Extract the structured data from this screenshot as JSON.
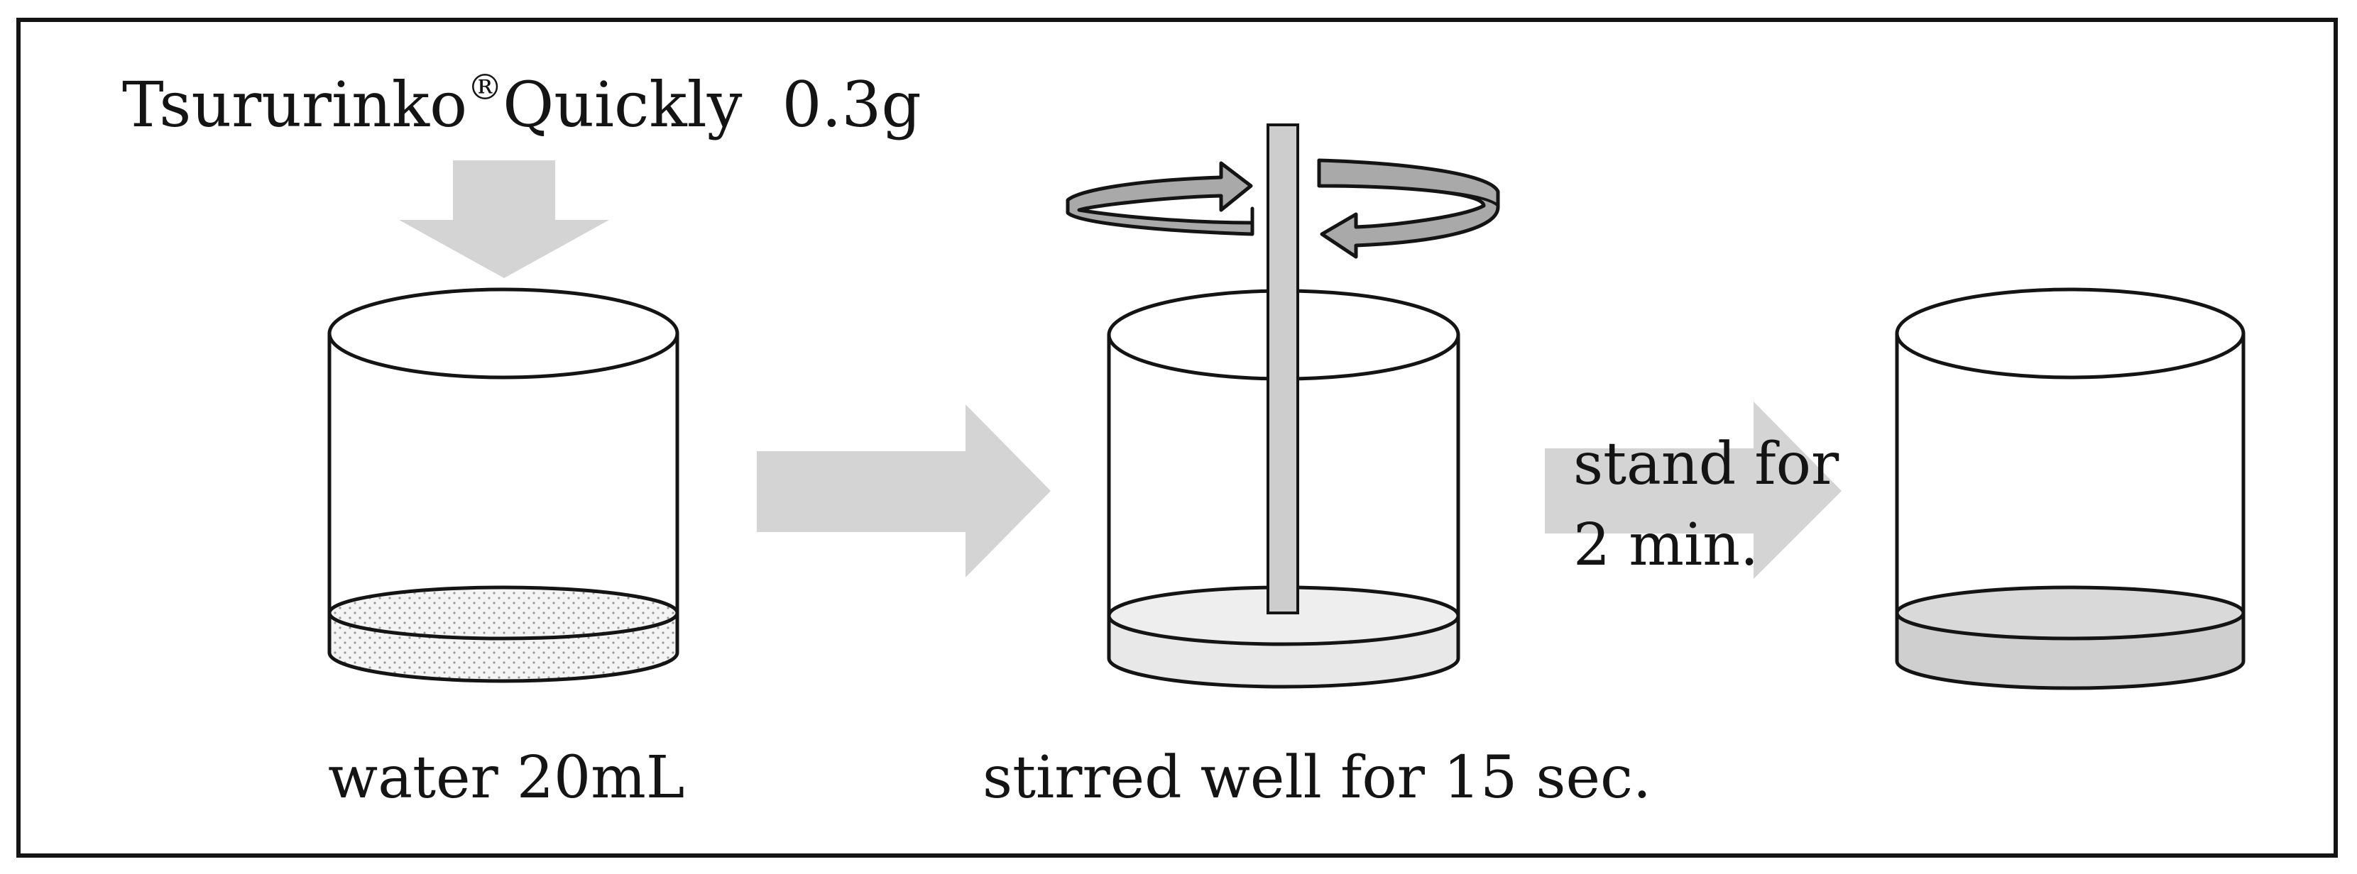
{
  "labels": {
    "ingredient_name": "Tsururinko",
    "ingredient_mark": "®",
    "ingredient_rest": "Quickly  0.3g",
    "step1": "water 20mL",
    "step2": "stirred well for 15 sec.",
    "step3_line1": "stand for",
    "step3_line2": "2 min."
  },
  "colors": {
    "frame": "#141414",
    "outline": "#141414",
    "arrow_fill": "#d4d4d4",
    "water_fill": "#f2f2f2",
    "stirred_fill": "#e8e8e8",
    "settled_fill": "#cfcfcf",
    "rod_fill": "#cdcdcd",
    "rotation_fill": "#a9a9a9"
  }
}
